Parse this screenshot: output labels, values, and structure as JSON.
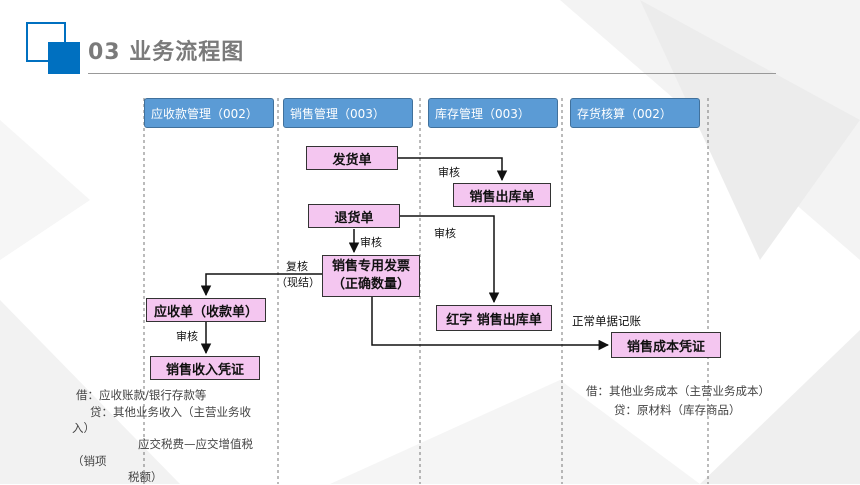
{
  "header": {
    "title": "03  业务流程图"
  },
  "lanes": [
    {
      "label": "应收款管理（002）"
    },
    {
      "label": "销售管理（003）"
    },
    {
      "label": "库存管理（003）"
    },
    {
      "label": "存货核算（002）"
    }
  ],
  "nodes": {
    "fahuodan": "发货单",
    "xiaoshou_chuku": "销售出库单",
    "tuihuodan": "退货单",
    "fapiao_line1": "销售专用发票",
    "fapiao_line2": "（正确数量）",
    "yingshoudan": "应收单（收款单）",
    "hongzi_chuku": "红字 销售出库单",
    "shouru_pingzheng": "销售收入凭证",
    "chengben_pingzheng": "销售成本凭证"
  },
  "labels": {
    "shenhe_1": "审核",
    "shenhe_2": "审核",
    "shenhe_3": "审核",
    "shenhe_4": "审核",
    "fuhe_line1": "复核",
    "fuhe_line2": "（现结）",
    "zhengchang": "正常单据记账"
  },
  "notes": {
    "left_1": "借：应收账款/银行存款等",
    "left_2": "贷：其他业务收入（主营业务收",
    "left_3": "入）",
    "left_4": "应交税费—应交增值税",
    "left_5": "（销项",
    "left_6": "税额）",
    "right_1": "借：其他业务成本（主营业务成本）",
    "right_2": "贷：原材料（库存商品）"
  },
  "colors": {
    "lane_fill": "#5b9bd5",
    "node_fill": "#f4c6f0",
    "accent": "#0070c0"
  }
}
